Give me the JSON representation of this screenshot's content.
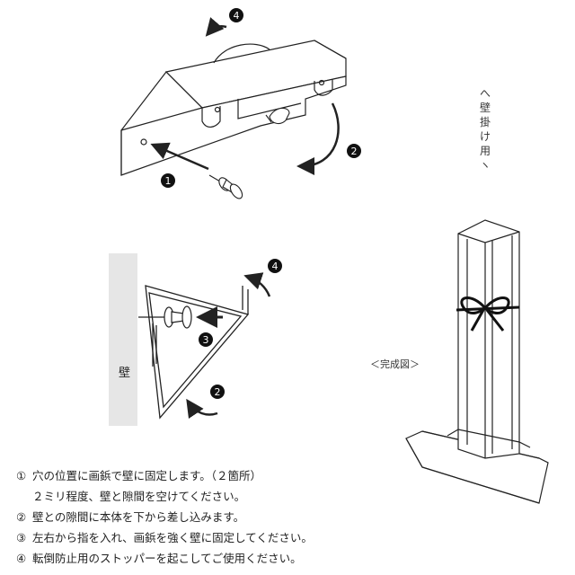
{
  "labels": {
    "vertical_usage": [
      "へ",
      "壁",
      "掛",
      "け",
      "用",
      "ヽ"
    ],
    "complete": "＜完成図＞",
    "wall": "壁",
    "step_badges": [
      "4",
      "2",
      "1",
      "4",
      "3",
      "2"
    ]
  },
  "steps": [
    {
      "num": "①",
      "text": "穴の位置に画鋲で壁に固定します。（２箇所）"
    },
    {
      "num": "",
      "text": "２ミリ程度、壁と隙間を空けてください。"
    },
    {
      "num": "②",
      "text": "壁との隙間に本体を下から差し込みます。"
    },
    {
      "num": "③",
      "text": "左右から指を入れ、画鋲を強く壁に固定してください。"
    },
    {
      "num": "④",
      "text": "転倒防止用のストッパーを起こしてご使用ください。"
    }
  ],
  "colors": {
    "line": "#222222",
    "wall": "#e6e6e6",
    "badge": "#111111"
  }
}
